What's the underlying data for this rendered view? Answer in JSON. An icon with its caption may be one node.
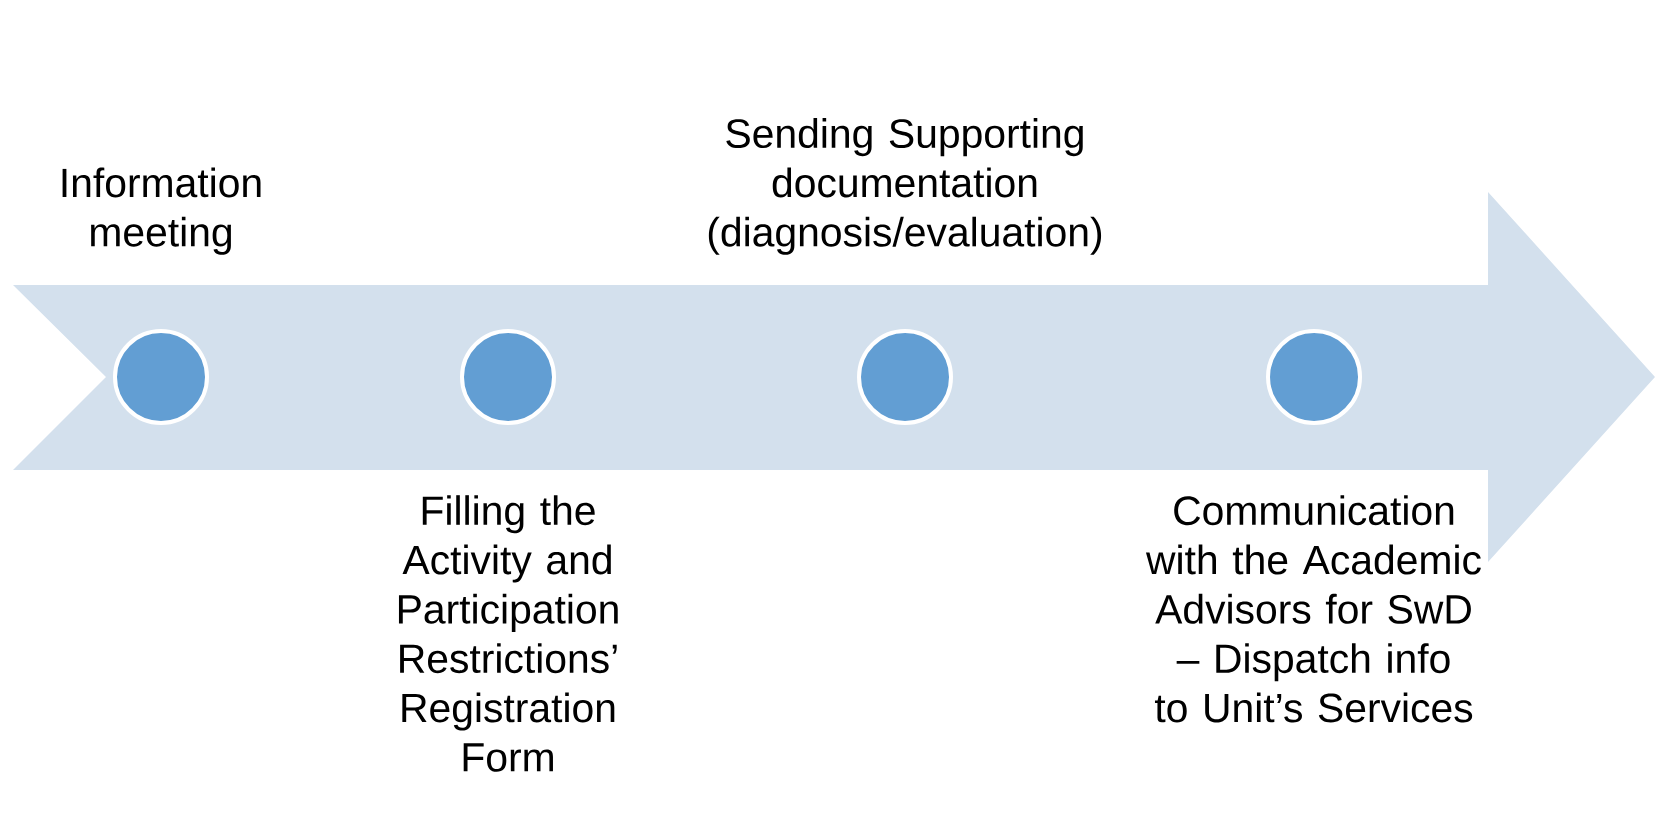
{
  "diagram": {
    "nodes": [
      {
        "text": [],
        "shape": "arrow"
      },
      {
        "text": [],
        "shape": "circle",
        "in": 0,
        "beside": [
          "Information meeting"
        ]
      },
      {
        "text": [],
        "shape": "circle",
        "in": 0,
        "beside": [
          "Filling the Activity and Participation Restrictions’ Registration Form"
        ]
      },
      {
        "text": [],
        "shape": "circle",
        "in": 0,
        "beside": [
          "Sending Supporting documentation (diagnosis/evaluation)"
        ]
      },
      {
        "text": [],
        "shape": "circle",
        "in": 0,
        "beside": [
          "Communication with the Academic Advisors for SwD – Dispatch info to Unit’s Services"
        ]
      }
    ]
  }
}
